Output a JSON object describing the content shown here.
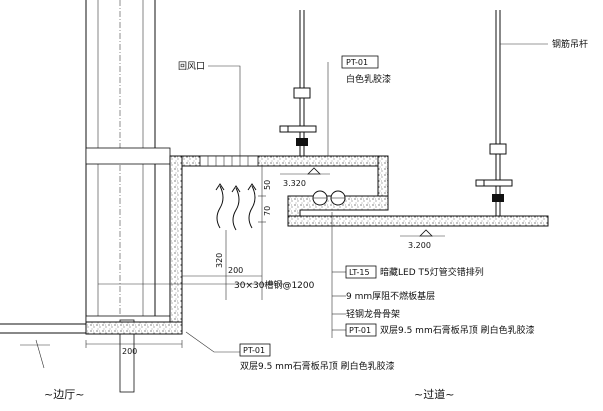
{
  "labels": {
    "return_air": "回风口",
    "pt01_top_code": "PT-01",
    "pt01_top_desc": "白色乳胶漆",
    "steel_rod": "钢筋吊杆",
    "elev_3320": "3.320",
    "elev_3200": "3.200",
    "dim_50": "50",
    "dim_70": "70",
    "dim_320": "320",
    "dim_200_mid": "200",
    "dim_200_bottom": "200",
    "channel_steel": "30×30槽钢@1200",
    "lt15_code": "LT-15",
    "lt15_desc": "暗藏LED T5灯管交错排列",
    "fireproof_board": "9 mm厚阻不燃板基层",
    "keel": "轻钢龙骨骨架",
    "pt01_mid_code": "PT-01",
    "pt01_mid_desc": "双层9.5 mm石膏板吊顶  刷白色乳胶漆",
    "pt01_bottom_code": "PT-01",
    "pt01_bottom_desc": "双层9.5 mm石膏板吊顶  刷白色乳胶漆",
    "room_left": "~边厅~",
    "room_right": "~过道~"
  }
}
